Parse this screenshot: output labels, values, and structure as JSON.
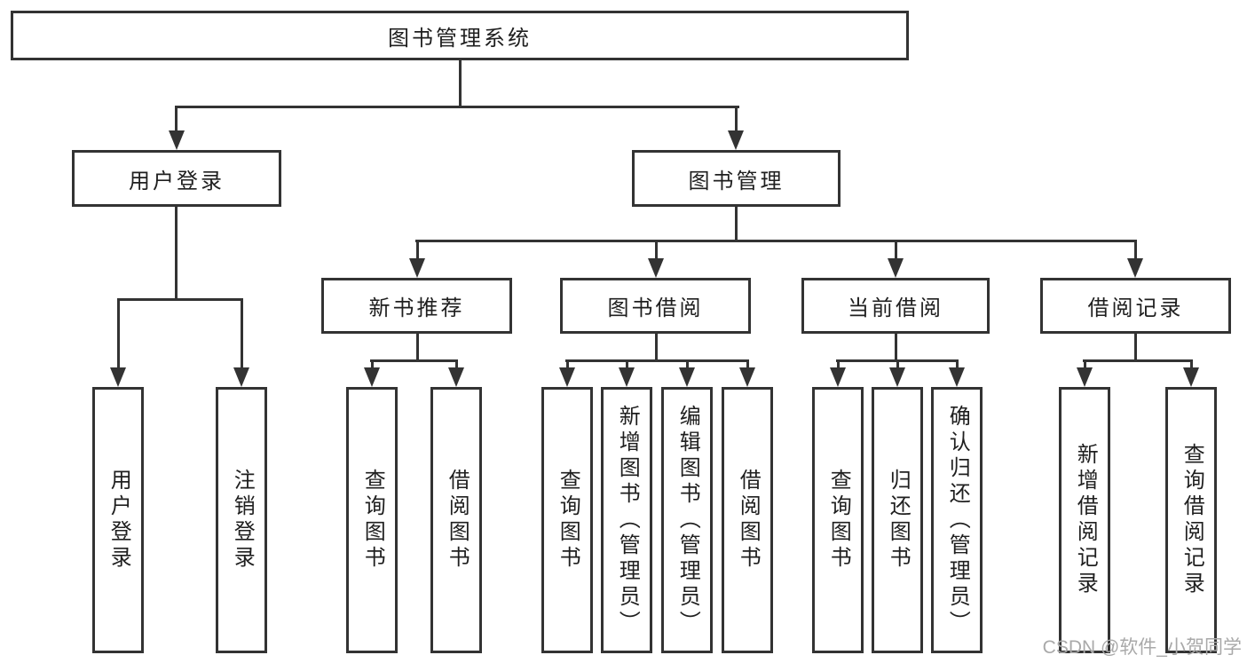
{
  "nodes": {
    "root": "图书管理系统",
    "user_login": "用户登录",
    "book_manage": "图书管理",
    "level3": [
      "新书推荐",
      "图书借阅",
      "当前借阅",
      "借阅记录"
    ],
    "login_leaves": [
      "用户登录",
      "注销登录"
    ],
    "recommend_leaves": [
      "查询图书",
      "借阅图书"
    ],
    "borrow_leaves": [
      "查询图书",
      "新增图书（管理员）",
      "编辑图书（管理员）",
      "借阅图书"
    ],
    "current_leaves": [
      "查询图书",
      "归还图书",
      "确认归还（管理员）"
    ],
    "record_leaves": [
      "新增借阅记录",
      "查询借阅记录"
    ]
  },
  "watermark": "CSDN @软件_小贺同学",
  "colors": {
    "line": "#333333",
    "text": "#1f1f1f",
    "box_fill": "#ffffff",
    "watermark": "#a9a9a9",
    "background": "#ffffff"
  }
}
